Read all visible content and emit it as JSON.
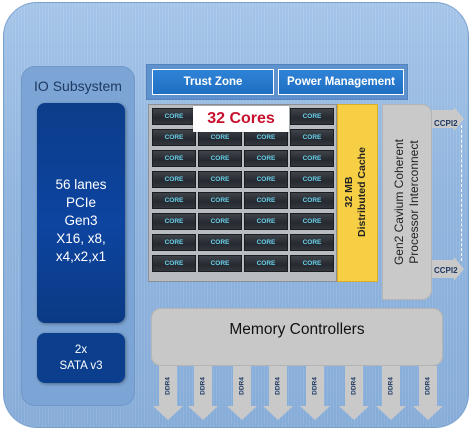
{
  "io": {
    "title": "IO Subsystem",
    "lines": [
      "56 lanes",
      "PCIe",
      "Gen3",
      "X16, x8,",
      "x4,x2,x1"
    ],
    "sata": [
      "2x",
      "SATA v3"
    ]
  },
  "top": {
    "trust_zone": "Trust Zone",
    "power_management": "Power Management"
  },
  "cores": {
    "label": "32 Cores",
    "core_label": "CORE",
    "rows": 8,
    "cols": 4
  },
  "cache": {
    "line1": "32 MB",
    "line2": "Distributed  Cache"
  },
  "interconnect": {
    "line1": "Gen2  Cavium Coherent",
    "line2": "Processor Interconnect"
  },
  "ccpi": [
    "CCPI2",
    "CCPI2"
  ],
  "memory": {
    "label": "Memory Controllers",
    "channels": [
      "DDR4",
      "DDR4",
      "DDR4",
      "DDR4",
      "DDR4",
      "DDR4",
      "DDR4",
      "DDR4"
    ]
  },
  "colors": {
    "background": "#8fb4de",
    "io_box": "#0d44a0",
    "cache": "#f7cf45",
    "cores_text": "#c8102e",
    "grey_block": "#c9c9c9"
  }
}
